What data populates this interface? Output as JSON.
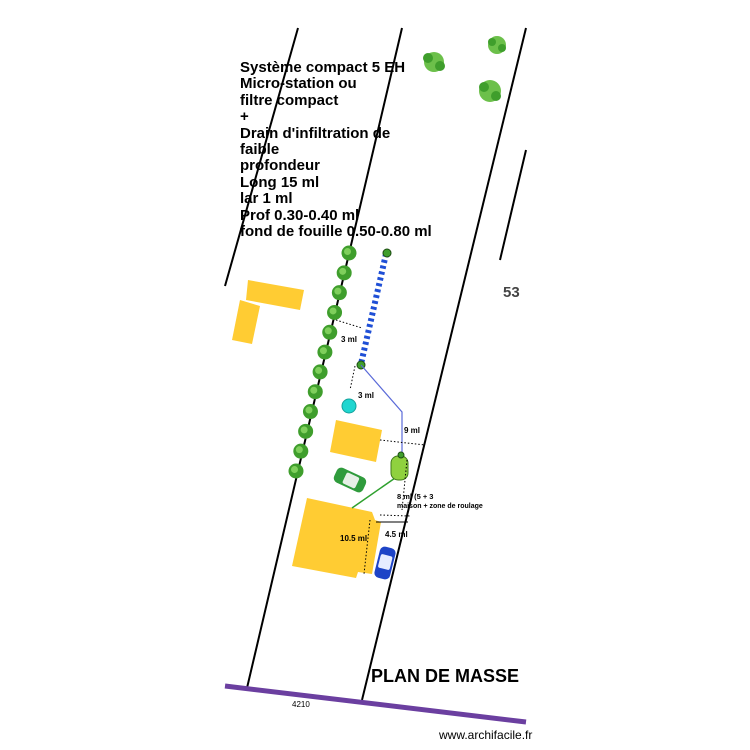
{
  "notes": {
    "lines": [
      "Système compact 5 EH",
      "Micro-station ou",
      "filtre compact",
      "+",
      "Drain d'infiltration de",
      "faible",
      "profondeur",
      "Long 15 ml",
      "lar 1 ml",
      "Prof 0.30-0.40 ml",
      "fond de fouille 0.50-0.80 ml"
    ]
  },
  "plan": {
    "title": "PLAN DE MASSE",
    "parcel_number": "53",
    "road_label": "4210",
    "watermark": "www.archifacile.fr"
  },
  "dimensions": {
    "d1": "3 ml",
    "d2": "3 ml",
    "d3": "9 ml",
    "d4_line1": "8 ml (5 + 3",
    "d4_line2": "maison + zone de roulage",
    "d5": "4.5 ml",
    "d6": "10.5 ml"
  },
  "colors": {
    "building": "#ffcc33",
    "tree": "#3f9e2c",
    "drain": "#1f4fd6",
    "road": "#6b3fa0",
    "pipe": "#2ea02e",
    "tank": "#8fd13f",
    "well": "#20d6d0",
    "car_green": "#2f9b3c",
    "car_blue": "#1e44c7"
  }
}
